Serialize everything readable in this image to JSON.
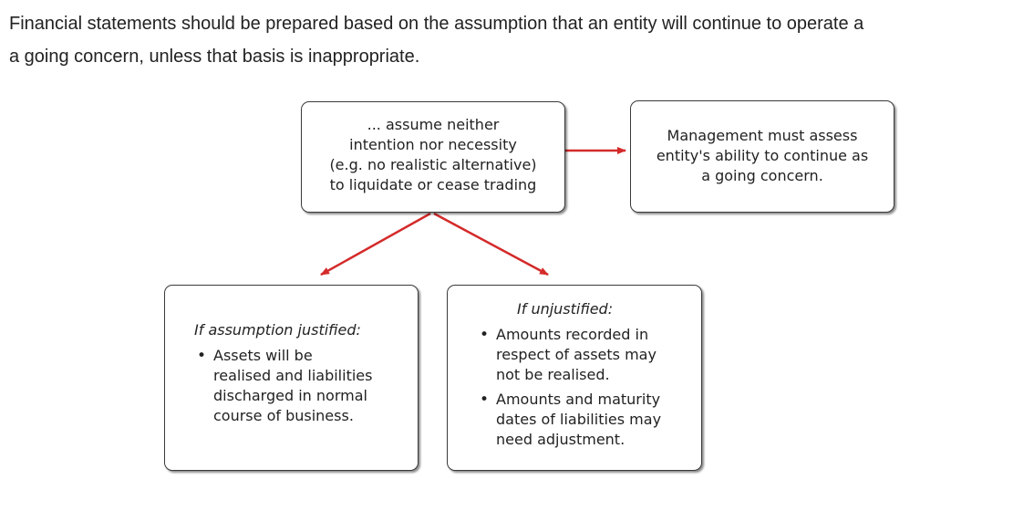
{
  "intro": {
    "lines": [
      "Financial statements should be prepared based on the assumption that an entity will continue to operate a",
      "a going concern, unless that basis is inappropriate."
    ]
  },
  "diagram": {
    "arrow_color": "#d42a2a",
    "assumption_box": {
      "lines": [
        "... assume neither",
        "intention nor necessity",
        "(e.g. no realistic alternative)",
        "to liquidate or cease trading"
      ]
    },
    "management_box": {
      "lines": [
        "Management must assess",
        "entity's ability to continue as",
        "a going concern."
      ]
    },
    "justified_box": {
      "title": "If assumption justified:",
      "bullets": [
        [
          "Assets will be",
          "realised and liabilities",
          "discharged in normal",
          "course of business."
        ]
      ]
    },
    "unjustified_box": {
      "title": "If unjustified:",
      "bullets": [
        [
          "Amounts recorded in",
          "respect of assets may",
          "not be realised."
        ],
        [
          "Amounts and maturity",
          "dates of liabilities may",
          "need adjustment."
        ]
      ]
    }
  }
}
